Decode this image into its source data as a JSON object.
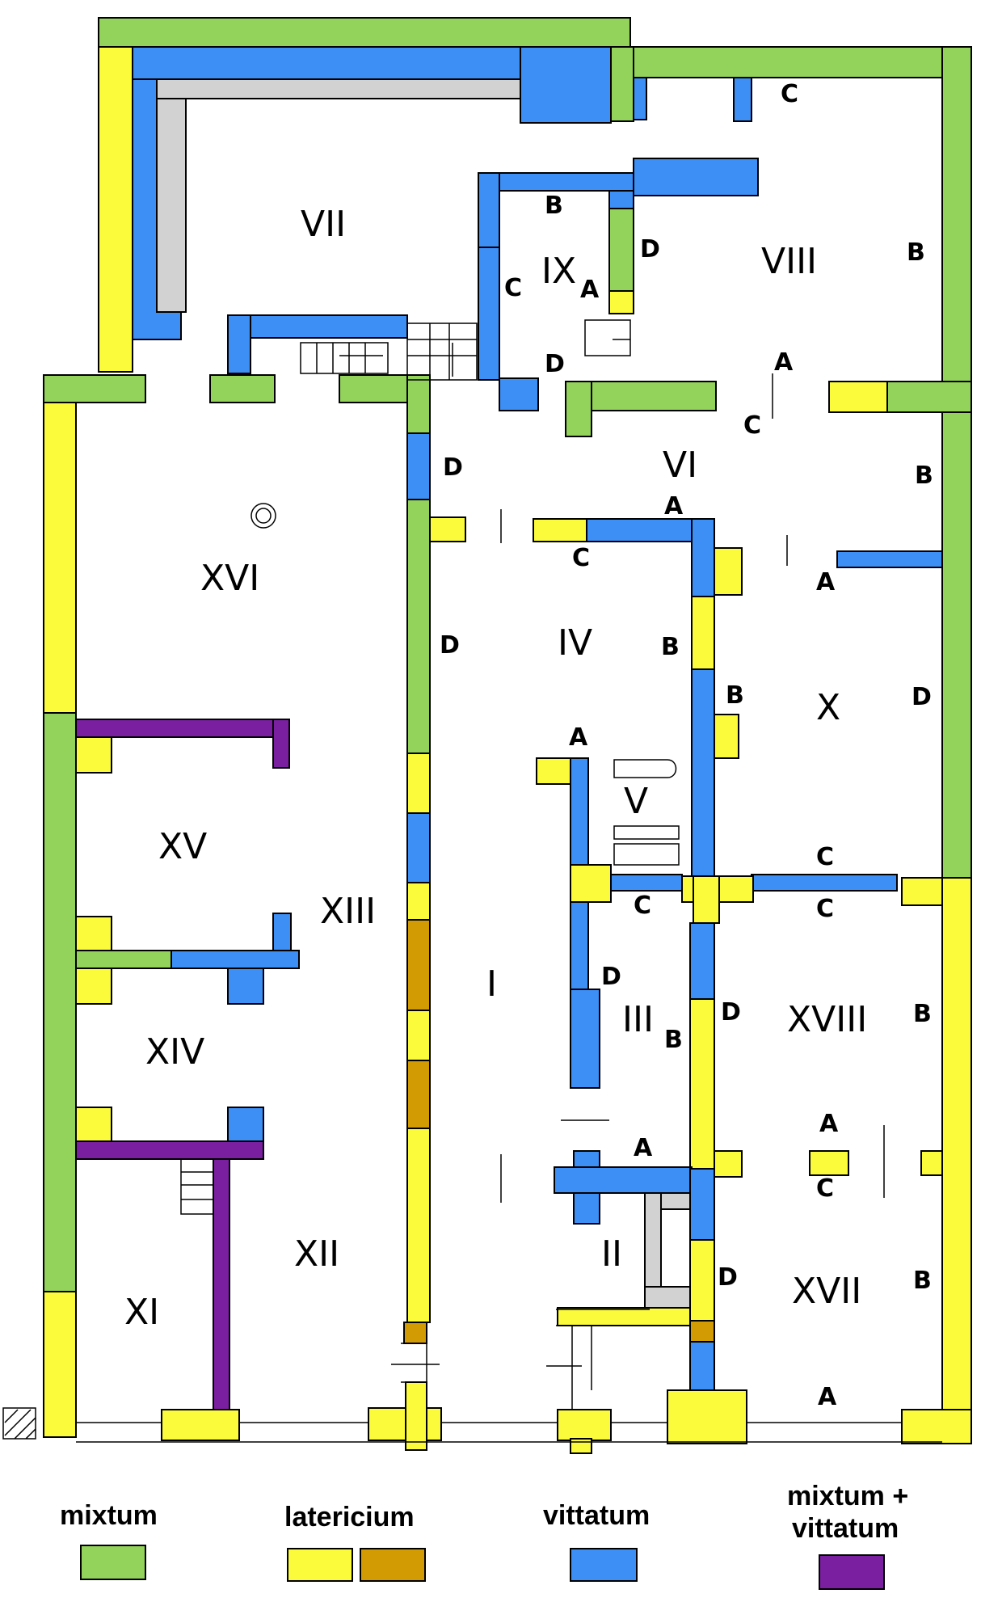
{
  "colors": {
    "mixtum": "#93d35b",
    "latericium_yellow": "#fbfb3c",
    "latericium_ochre": "#d29b04",
    "vittatum": "#3d8ef5",
    "mixtum_vittatum": "#7a1fa0",
    "unbuilt": "#d2d2d2"
  },
  "rooms": {
    "r1": "I",
    "r2": "II",
    "r3": "III",
    "r4": "IV",
    "r5": "V",
    "r6": "VI",
    "r7": "VII",
    "r8": "VIII",
    "r9": "IX",
    "r10": "X",
    "r11": "XI",
    "r12": "XII",
    "r13": "XIII",
    "r14": "XIV",
    "r15": "XV",
    "r16": "XVI",
    "r17": "XVII",
    "r18": "XVIII"
  },
  "wall_letters": {
    "a": "A",
    "b": "B",
    "c": "C",
    "d": "D"
  },
  "legend": {
    "mixtum": "mixtum",
    "latericium": "latericium",
    "vittatum": "vittatum",
    "mixtum_vittatum_1": "mixtum +",
    "mixtum_vittatum_2": "vittatum"
  }
}
